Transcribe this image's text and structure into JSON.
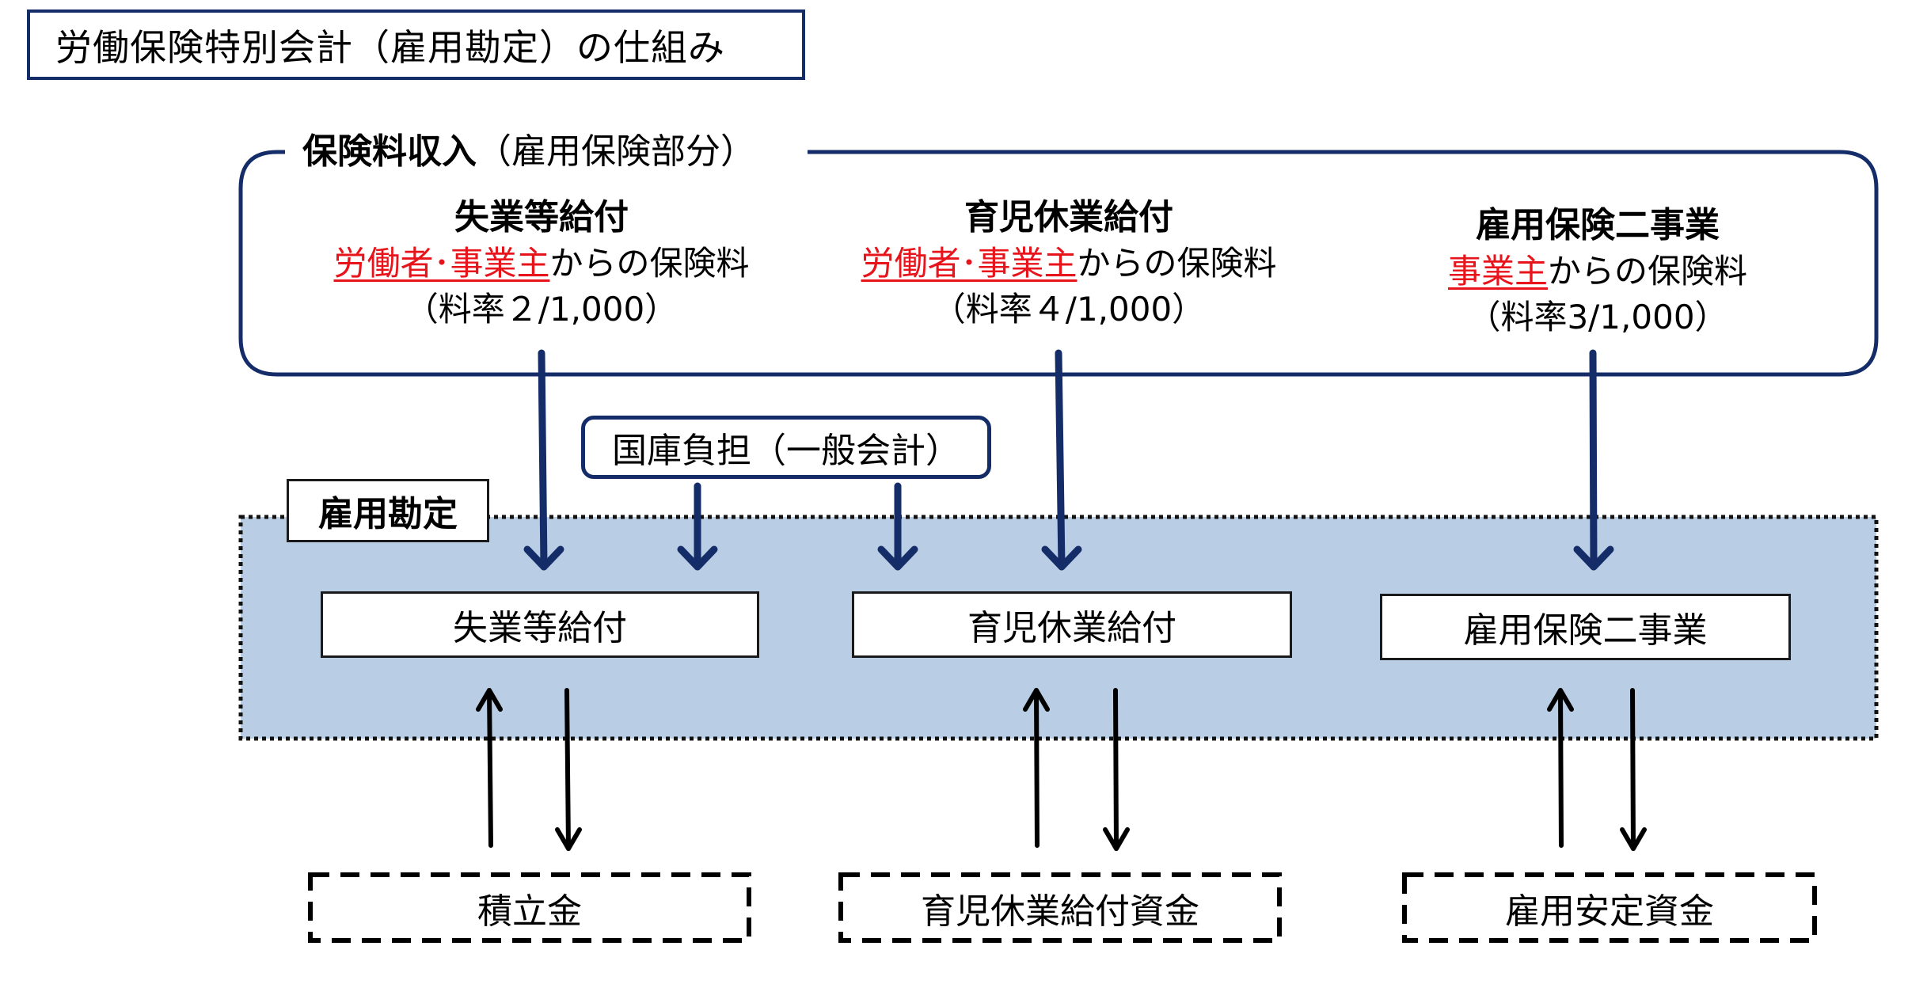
{
  "title": "労働保険特別会計（雇用勘定）の仕組み",
  "income": {
    "label_bold": "保険料収入",
    "label_rest": "（雇用保険部分）",
    "groups": [
      {
        "head": "失業等給付",
        "payer": "労働者･事業主",
        "suffix": "からの保険料",
        "rate": "（料率２/1,000）"
      },
      {
        "head": "育児休業給付",
        "payer": "労働者･事業主",
        "suffix": "からの保険料",
        "rate": "（料率４/1,000）"
      },
      {
        "head": "雇用保険二事業",
        "payer": "事業主",
        "suffix": "からの保険料",
        "rate": "（料率3/1,000）"
      }
    ]
  },
  "national_treasury": "国庫負担（一般会計）",
  "employment_account": {
    "label": "雇用勘定",
    "boxes": [
      "失業等給付",
      "育児休業給付",
      "雇用保険二事業"
    ]
  },
  "funds": [
    "積立金",
    "育児休業給付資金",
    "雇用安定資金"
  ],
  "colors": {
    "navy": "#142c68",
    "account_fill": "#b9cde4",
    "payer_red": "#e8141b"
  }
}
